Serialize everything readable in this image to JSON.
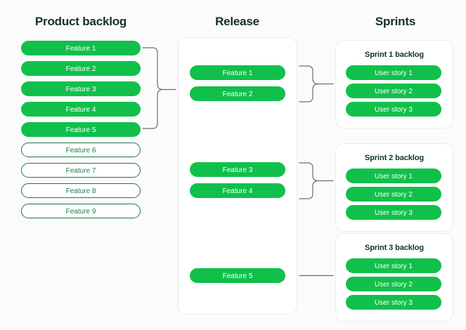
{
  "columns": {
    "product_backlog": {
      "heading": "Product backlog",
      "items": [
        {
          "label": "Feature 1",
          "state": "filled"
        },
        {
          "label": "Feature 2",
          "state": "filled"
        },
        {
          "label": "Feature 3",
          "state": "filled"
        },
        {
          "label": "Feature 4",
          "state": "filled"
        },
        {
          "label": "Feature 5",
          "state": "filled"
        },
        {
          "label": "Feature 6",
          "state": "outline"
        },
        {
          "label": "Feature 7",
          "state": "outline"
        },
        {
          "label": "Feature 8",
          "state": "outline"
        },
        {
          "label": "Feature 9",
          "state": "outline"
        }
      ]
    },
    "release": {
      "heading": "Release",
      "items": [
        {
          "label": "Feature 1",
          "state": "filled"
        },
        {
          "label": "Feature 2",
          "state": "filled"
        },
        {
          "label": "Feature 3",
          "state": "filled"
        },
        {
          "label": "Feature 4",
          "state": "filled"
        },
        {
          "label": "Feature 5",
          "state": "filled"
        }
      ]
    },
    "sprints": {
      "heading": "Sprints",
      "backlogs": [
        {
          "title": "Sprint 1 backlog",
          "stories": [
            {
              "label": "User story 1",
              "state": "filled"
            },
            {
              "label": "User story 2",
              "state": "filled"
            },
            {
              "label": "User story 3",
              "state": "filled"
            }
          ]
        },
        {
          "title": "Sprint 2 backlog",
          "stories": [
            {
              "label": "User story 1",
              "state": "filled"
            },
            {
              "label": "User story 2",
              "state": "filled"
            },
            {
              "label": "User story 3",
              "state": "filled"
            }
          ]
        },
        {
          "title": "Sprint 3 backlog",
          "stories": [
            {
              "label": "User story 1",
              "state": "filled"
            },
            {
              "label": "User story 2",
              "state": "filled"
            },
            {
              "label": "User story 3",
              "state": "filled"
            }
          ]
        }
      ]
    }
  },
  "colors": {
    "background": "#fbfbfb",
    "pill_filled": "#11c04b",
    "pill_filled_text": "#ffffff",
    "pill_outline_border": "#1d7a45",
    "pill_outline_text": "#1d7a45",
    "heading_text": "#10331f",
    "card_border": "#ececec",
    "connector_stroke": "#6e6e6e"
  }
}
